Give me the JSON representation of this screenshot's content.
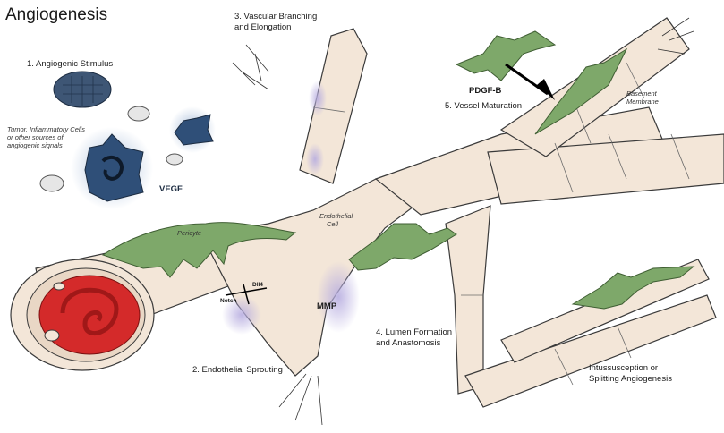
{
  "title": "Angiogenesis",
  "steps": {
    "s1": "1. Angiogenic Stimulus",
    "s2": "2. Endothelial Sprouting",
    "s3_line1": "3. Vascular Branching",
    "s3_line2": "and Elongation",
    "s4_line1": "4. Lumen Formation",
    "s4_line2": "and Anastomosis",
    "s5": "5. Vessel Maturation",
    "s6_line1": "Intussusception or",
    "s6_line2": "Splitting Angiogenesis"
  },
  "labels": {
    "tumor_line1": "Tumor, Inflammatory Cells",
    "tumor_line2": "or other sources of",
    "tumor_line3": "angiogenic signals",
    "vegf": "VEGF",
    "pericyte": "Pericyte",
    "endothelial_line1": "Endothelial",
    "endothelial_line2": "Cell",
    "dll4": "Dll4",
    "notch": "Notch",
    "mmp": "MMP",
    "pdgfb": "PDGF-B",
    "basement_line1": "Basement",
    "basement_line2": "Membrane"
  },
  "colors": {
    "vessel_fill": "#f3e6d8",
    "vessel_stroke": "#3a3a3a",
    "pericyte_green": "#7ea86a",
    "pericyte_dark": "#3f5e33",
    "signal_blue": "#2f4f78",
    "glow_blue": "#b9cbe3",
    "mmp_purple": "#b8aee0",
    "blood_red": "#d42a2a"
  }
}
